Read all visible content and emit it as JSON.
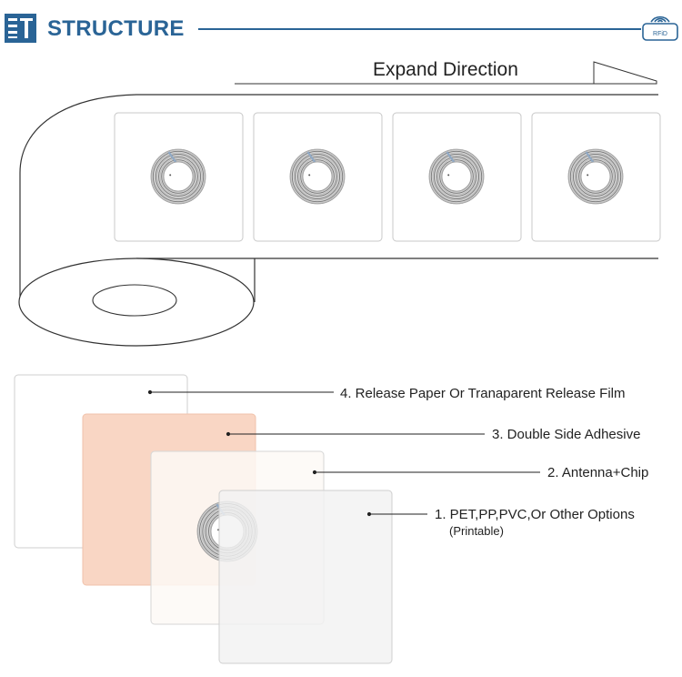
{
  "header": {
    "title": "STRUCTURE",
    "rfid_badge_text": "RFiD",
    "accent_color": "#2a6496"
  },
  "roll": {
    "expand_label": "Expand Direction",
    "tag_count": 4
  },
  "layers": [
    {
      "number": 4,
      "label": "4. Release Paper Or Tranaparent Release Film",
      "color": "#ffffff"
    },
    {
      "number": 3,
      "label": "3. Double Side Adhesive",
      "color": "#f9d6c4"
    },
    {
      "number": 2,
      "label": "2. Antenna+Chip",
      "color": "#fdf9f6"
    },
    {
      "number": 1,
      "label": "1. PET,PP,PVC,Or Other Options",
      "sublabel": "(Printable)",
      "color": "#f3f3f3"
    }
  ]
}
